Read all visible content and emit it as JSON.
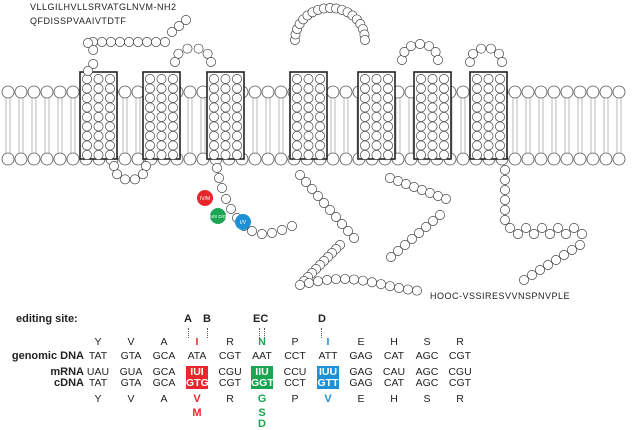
{
  "topology": {
    "n_terminus_seq": "VLLGILHVLLSRVATGLNVM",
    "n_terminus_suffix": "NH2",
    "n_terminus_line2": "QFDISSPVAAIVTDTF",
    "c_terminus_label": "HOOC",
    "c_terminus_seq": "VSSIRESVVNSPNVPLE",
    "markers": [
      {
        "id": "IV/M",
        "color": "#e8262b"
      },
      {
        "id": "N/S D/G",
        "color": "#19a552"
      },
      {
        "id": "I/V",
        "color": "#1e90d6"
      }
    ],
    "colors": {
      "red": "#e8262b",
      "green": "#19a552",
      "blue": "#1e90d6"
    }
  },
  "editing": {
    "title": "editing site:",
    "sites": [
      "A",
      "B",
      "EC",
      "D"
    ],
    "row_labels": {
      "genomic": "genomic DNA",
      "mrna": "mRNA",
      "cdna": "cDNA"
    },
    "aa_top": [
      "Y",
      "V",
      "A",
      "I",
      "R",
      "N",
      "P",
      "I",
      "E",
      "H",
      "S",
      "R"
    ],
    "genomic": [
      "TAT",
      "GTA",
      "GCA",
      "ATA",
      "CGT",
      "AAT",
      "CCT",
      "ATT",
      "GAG",
      "CAT",
      "AGC",
      "CGT"
    ],
    "mrna": [
      "UAU",
      "GUA",
      "GCA",
      "IUI",
      "CGU",
      "IIU",
      "CCU",
      "IUU",
      "GAG",
      "CAU",
      "AGC",
      "CGU"
    ],
    "cdna": [
      "TAT",
      "GTA",
      "GCA",
      "GTG",
      "CGT",
      "GGT",
      "CCT",
      "GTT",
      "GAG",
      "CAT",
      "AGC",
      "CGT"
    ],
    "aa_bottom": [
      "Y",
      "V",
      "A",
      "",
      "R",
      "",
      "P",
      "",
      "E",
      "H",
      "S",
      "R"
    ],
    "edited_aa": {
      "site_ab": "V",
      "site_ab2": "M",
      "site_ec": "G",
      "site_ec2": "S",
      "site_ec3": "D",
      "site_d": "V"
    }
  }
}
